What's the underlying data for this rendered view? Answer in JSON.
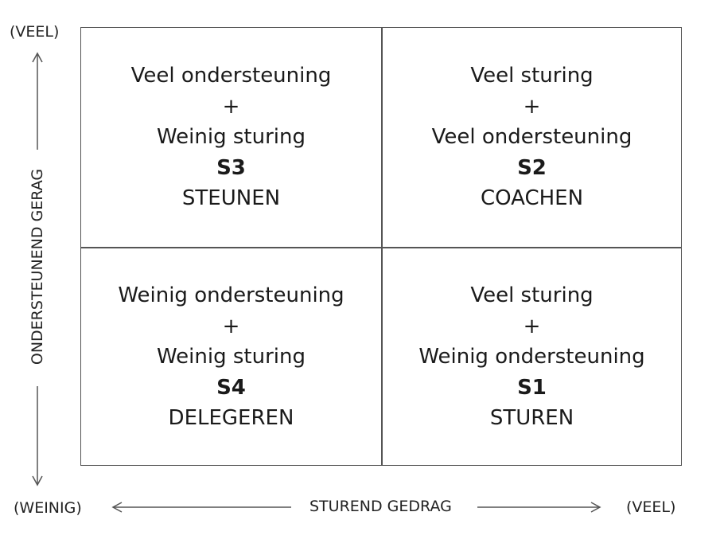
{
  "axes": {
    "y_top_label": "(VEEL)",
    "y_bottom_label": "(WEINIG)",
    "y_title": "ONDERSTEUNEND GERAG",
    "x_title": "STUREND GEDRAG",
    "x_right_label": "(VEEL)"
  },
  "quadrants": {
    "top_left": {
      "line1": "Veel ondersteuning",
      "plus": "+",
      "line2": "Weinig sturing",
      "code": "S3",
      "style": "STEUNEN"
    },
    "top_right": {
      "line1": "Veel sturing",
      "plus": "+",
      "line2": "Veel ondersteuning",
      "code": "S2",
      "style": "COACHEN"
    },
    "bottom_left": {
      "line1": "Weinig ondersteuning",
      "plus": "+",
      "line2": "Weinig sturing",
      "code": "S4",
      "style": "DELEGEREN"
    },
    "bottom_right": {
      "line1": "Veel sturing",
      "plus": "+",
      "line2": "Weinig ondersteuning",
      "code": "S1",
      "style": "STUREN"
    }
  },
  "colors": {
    "line": "#555555",
    "text": "#1a1a1a"
  }
}
